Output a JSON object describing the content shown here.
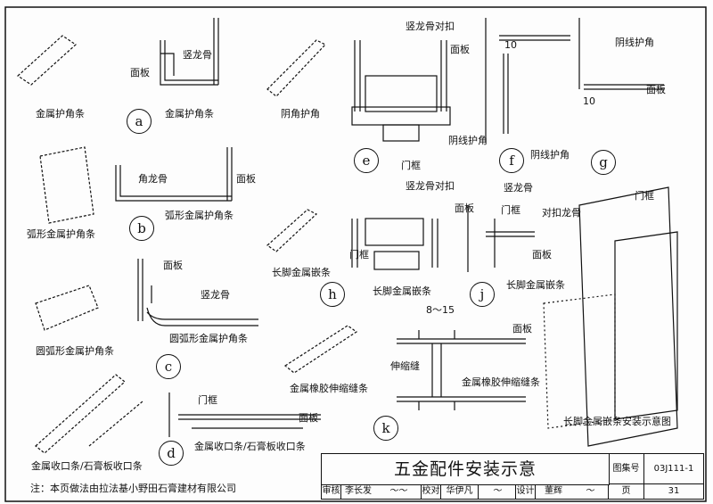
{
  "labels": {
    "a_stud": "竖龙骨",
    "a_panel": "面板",
    "a_left": "金属护角条",
    "a_right": "金属护角条",
    "inner_corner": "阴角护角",
    "e_stud": "竖龙骨对扣",
    "e_panel": "面板",
    "e_guard": "阴线护角",
    "e_frame": "门框",
    "f_guard": "阴线护角",
    "f_dim": "10",
    "g_guard": "阴线护角",
    "g_panel": "面板",
    "g_dim": "10",
    "b_stud": "角龙骨",
    "b_panel": "面板",
    "b_strip": "弧形金属护角条",
    "b_left": "弧形金属护角条",
    "h_stud": "竖龙骨对扣",
    "h_panel": "面板",
    "h_frame": "门框",
    "h_left": "长脚金属嵌条",
    "h_strip": "长脚金属嵌条",
    "j_stud": "竖龙骨",
    "j_frame": "门框",
    "j_panel": "面板",
    "j_strip": "长脚金属嵌条",
    "iso_frame": "门框",
    "iso_stud": "对扣龙骨",
    "iso_panel": "面板",
    "iso_caption": "长脚金属嵌条安装示意图",
    "c_panel": "面板",
    "c_stud": "竖龙骨",
    "c_strip": "圆弧形金属护角条",
    "c_left": "圆弧形金属护角条",
    "k_left": "金属橡胶伸缩缝条",
    "k_dim": "8～15",
    "k_gap": "伸缩缝",
    "k_strip": "金属橡胶伸缩缝条",
    "d_frame": "门框",
    "d_panel": "面板",
    "d_strip": "金属收口条/石膏板收口条",
    "d_left": "金属收口条/石膏板收口条"
  },
  "markers": {
    "a": "a",
    "b": "b",
    "c": "c",
    "d": "d",
    "e": "e",
    "f": "f",
    "g": "g",
    "h": "h",
    "j": "j",
    "k": "k"
  },
  "note": "注：本页做法由拉法基小野田石膏建材有限公司",
  "title_block": {
    "title": "五金配件安装示意",
    "atlas_label": "图集号",
    "atlas_no": "03J111-1",
    "review_label": "审核",
    "reviewer": "李长发",
    "check_label": "校对",
    "checker": "华伊凡",
    "design_label": "设计",
    "designer": "董辉",
    "page_label": "页",
    "page_no": "31"
  }
}
